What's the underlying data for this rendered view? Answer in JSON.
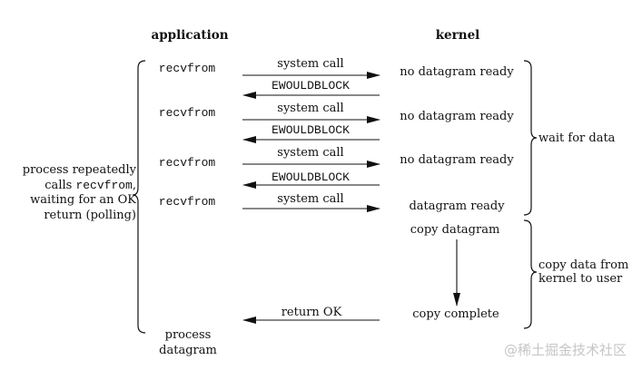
{
  "colors": {
    "ink": "#111111",
    "background": "#ffffff",
    "watermark": "#c6c6c6"
  },
  "headers": {
    "application": "application",
    "kernel": "kernel"
  },
  "left_note": {
    "line1": "process repeatedly",
    "line2_pre": "calls ",
    "line2_code": "recvfrom",
    "line2_post": ",",
    "line3": "waiting for an OK",
    "line4": "return (polling)"
  },
  "rows": [
    {
      "app_call": "recvfrom",
      "request_label": "system call",
      "response_label": "EWOULDBLOCK",
      "kernel_state": "no datagram ready"
    },
    {
      "app_call": "recvfrom",
      "request_label": "system call",
      "response_label": "EWOULDBLOCK",
      "kernel_state": "no datagram ready"
    },
    {
      "app_call": "recvfrom",
      "request_label": "system call",
      "response_label": "EWOULDBLOCK",
      "kernel_state": "no datagram ready"
    },
    {
      "app_call": "recvfrom",
      "request_label": "system call",
      "kernel_state": "datagram ready"
    }
  ],
  "copy_phase": {
    "start": "copy datagram",
    "end": "copy complete",
    "return_label": "return OK"
  },
  "braces": {
    "wait_label": "wait for data",
    "copy_label_line1": "copy data from",
    "copy_label_line2": "kernel to user"
  },
  "bottom_note": {
    "line1": "process",
    "line2": "datagram"
  },
  "watermark": "@稀土掘金技术社区"
}
